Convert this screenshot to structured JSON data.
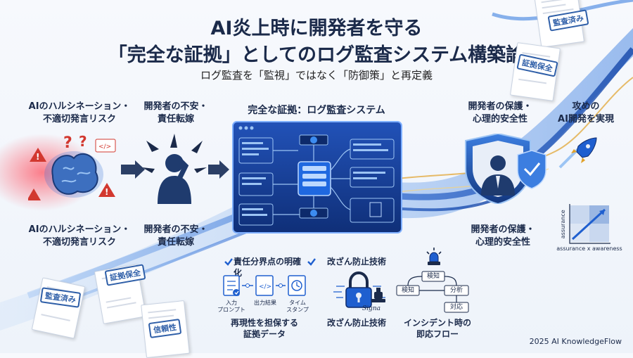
{
  "header": {
    "title_line1": "AI炎上時に開発者を守る",
    "title_line2": "「完全な証拠」としてのログ監査システム構築論",
    "subtitle": "ログ監査を「監視」ではなく「防御策」と再定義"
  },
  "flow": {
    "risk_label_top": "AIのハルシネーション・\n不適切発言リスク",
    "risk_label_bottom": "AIのハルシネーション・\n不適切発言リスク",
    "anxiety_label_top": "開発者の不安・\n責任転嫁",
    "anxiety_label_bottom": "開発者の不安・\n責任転嫁",
    "system_label": "完全な証拠：ログ監査システム",
    "protection_label_top": "開発者の保護・\n心理的安全性",
    "protection_label_bottom": "開発者の保護・\n心理的安全性",
    "offense_label": "攻めの\nAI開発を実現"
  },
  "features": {
    "clarify": "責任分界点の明確化",
    "evidence_caption": "再現性を担保する\n証拠データ",
    "input_prompt": "入力\nプロンプト",
    "output_result": "出力結果",
    "timestamp": "タイム\nスタンプ",
    "tamper_top": "改ざん防止技術",
    "tamper_bottom": "改ざん防止技術",
    "signature": "Signa",
    "incident_caption": "インシデント時の\n即応フロー",
    "incident_steps": [
      "検知",
      "検知",
      "分析",
      "対応"
    ]
  },
  "stamps": [
    "監査済み",
    "証拠保全",
    "証拠保全",
    "監査済み",
    "信頼性"
  ],
  "matrix": {
    "y_label": "assurance",
    "x_label": "assurance x awareness"
  },
  "footer": "2025 AI KnowledgeFlow",
  "colors": {
    "navy": "#1b2a4a",
    "blue": "#2f6fd6",
    "accent": "#e0a12a",
    "red": "#d2382f"
  }
}
